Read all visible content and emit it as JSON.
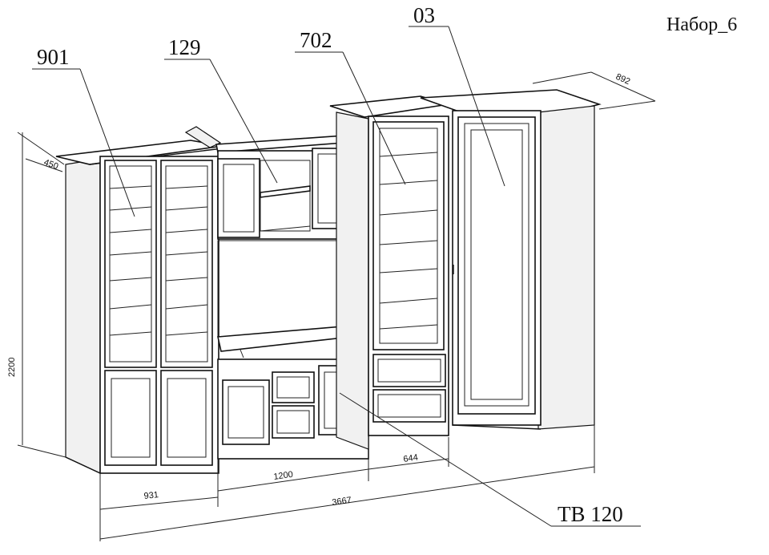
{
  "title": "Набор_6",
  "modules": [
    {
      "label": "901"
    },
    {
      "label": "129"
    },
    {
      "label": "702"
    },
    {
      "label": "03"
    },
    {
      "label": "ТВ 120"
    }
  ],
  "dimensions": {
    "height": "2200",
    "depth_left": "450",
    "depth_corner": "892",
    "w_931": "931",
    "w_1200": "1200",
    "w_644": "644",
    "w_total": "3667"
  }
}
